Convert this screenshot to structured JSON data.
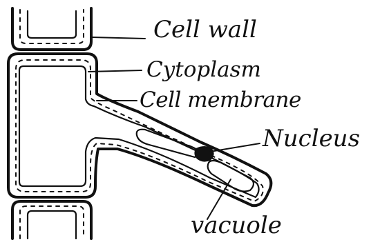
{
  "diagram": {
    "labels": {
      "cell_wall": "Cell wall",
      "cytoplasm": "Cytoplasm",
      "cell_membrane": "Cell membrane",
      "nucleus": "Nucleus",
      "vacuole": "vacuole"
    },
    "colors": {
      "ink": "#111111",
      "background": "#ffffff"
    }
  }
}
